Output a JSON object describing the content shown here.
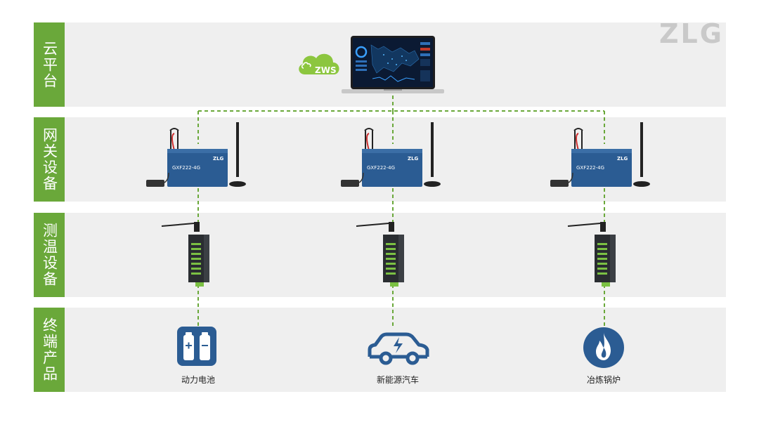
{
  "rows": [
    {
      "label": "云平台"
    },
    {
      "label": "网关设备"
    },
    {
      "label": "测温设备"
    },
    {
      "label": "终端产品"
    }
  ],
  "brand_logo": "ZLG",
  "cloud_platform": {
    "name": "ZWS"
  },
  "gateways": [
    {
      "model": "GXF222-4G",
      "brand": "ZLG"
    },
    {
      "model": "GXF222-4G",
      "brand": "ZLG"
    },
    {
      "model": "GXF222-4G",
      "brand": "ZLG"
    }
  ],
  "terminals": [
    {
      "label": "动力电池",
      "icon": "battery-icon"
    },
    {
      "label": "新能源汽车",
      "icon": "electric-car-icon"
    },
    {
      "label": "冶炼锅炉",
      "icon": "flame-icon"
    }
  ],
  "colors": {
    "accent": "#6aa83a",
    "band": "#efefef",
    "device_blue": "#2b5c93",
    "icon_blue": "#2b5c93"
  }
}
